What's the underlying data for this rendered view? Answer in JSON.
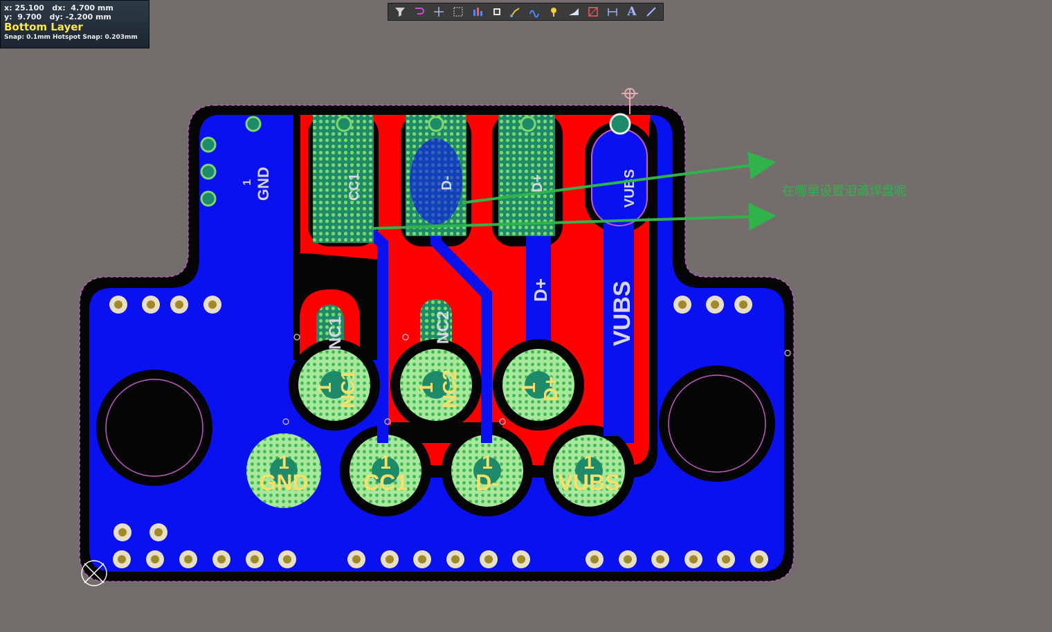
{
  "hud": {
    "line1": "x: 25.100   dx:  4.700 mm",
    "line2": "y:  9.700   dy: -2.200 mm",
    "layer": "Bottom Layer",
    "snap": "Snap: 0.1mm Hotspot Snap: 0.203mm"
  },
  "toolbar": {
    "items": [
      {
        "name": "filter-icon"
      },
      {
        "name": "route-icon"
      },
      {
        "name": "cross-icon"
      },
      {
        "name": "select-rect-icon"
      },
      {
        "name": "align-icon"
      },
      {
        "name": "component-icon"
      },
      {
        "name": "interactive-route-icon"
      },
      {
        "name": "diff-pair-icon"
      },
      {
        "name": "via-icon"
      },
      {
        "name": "polygon-icon"
      },
      {
        "name": "keepout-icon"
      },
      {
        "name": "dimension-icon"
      },
      {
        "name": "text-icon"
      },
      {
        "name": "line-icon"
      }
    ],
    "text_glyph": "A"
  },
  "annotation": {
    "question": "在哪里设置泪滴焊盘呢",
    "arrow_color": "#2fb34a"
  },
  "silk": {
    "gnd_top": "GND",
    "pin1": "1",
    "cc1_top": "CC1",
    "dminus_top": "D-",
    "dplus_top": "D+",
    "vubs_top": "VUBS",
    "nc1": "NC1",
    "nc2": "NC2",
    "dplus_trace": "D+",
    "vubs_trace": "VUBS",
    "gnd": "GND",
    "cc1": "CC1",
    "dminus": "D-",
    "vubs": "VUBS",
    "dplus": "D+"
  },
  "colors": {
    "bottom_copper": "#0a11f0",
    "top_copper": "#ff0000",
    "board_bg": "#736e6b",
    "pad": "#9ee69a"
  }
}
